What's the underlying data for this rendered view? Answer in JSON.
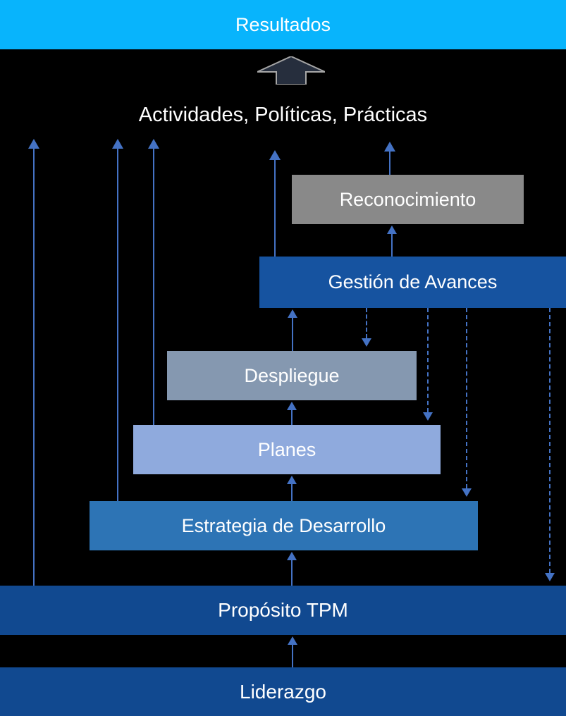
{
  "diagram": {
    "top_banner": "Resultados",
    "subtitle": "Actividades, Políticas, Prácticas",
    "boxes": [
      {
        "id": "reconocimiento",
        "label": "Reconocimiento",
        "color": "#898989"
      },
      {
        "id": "gestion-de-avances",
        "label": "Gestión de Avances",
        "color": "#1653a0"
      },
      {
        "id": "despliegue",
        "label": "Despliegue",
        "color": "#8598b0"
      },
      {
        "id": "planes",
        "label": "Planes",
        "color": "#8faadd"
      },
      {
        "id": "estrategia-de-desarrollo",
        "label": "Estrategia de Desarrollo",
        "color": "#2d74b5"
      },
      {
        "id": "proposito-tpm",
        "label": "Propósito TPM",
        "color": "#114990"
      },
      {
        "id": "liderazgo",
        "label": "Liderazgo",
        "color": "#114990"
      }
    ],
    "colors": {
      "background": "#000000",
      "top_banner": "#08b4fc",
      "arrow_lines": "#4472c4",
      "block_arrow_fill": "#262e3d",
      "block_arrow_border": "#a6a6a6",
      "text": "#ffffff"
    }
  }
}
